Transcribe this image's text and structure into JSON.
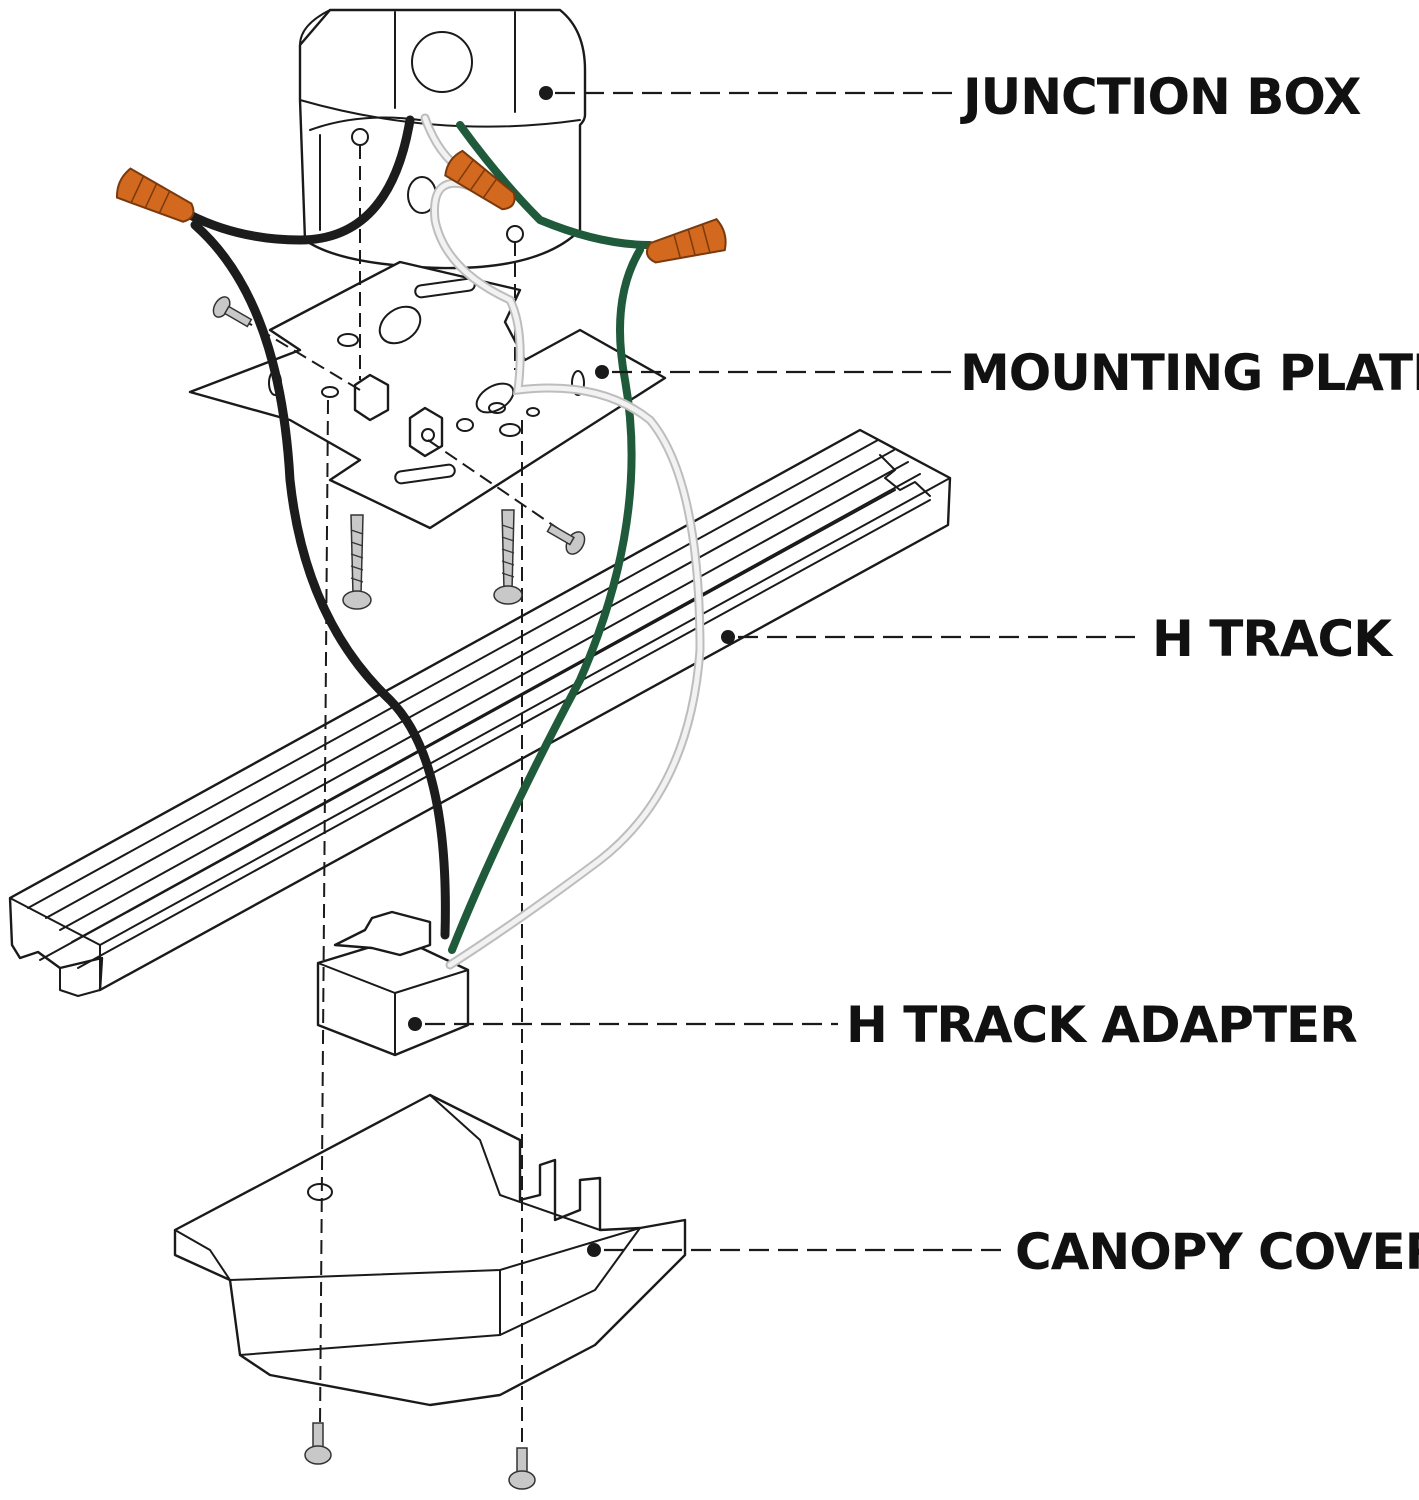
{
  "labels": {
    "junction_box": "JUNCTION BOX",
    "mounting_plate": "MOUNTING PLATE",
    "h_track": "H TRACK",
    "h_track_adapter": "H TRACK ADAPTER",
    "canopy_cover": "CANOPY COVER"
  },
  "colors": {
    "wire_black": "#1c1c1c",
    "wire_green": "#1f5a3a",
    "wire_white": "#d9d9d9",
    "wire_nut": "#d2691e",
    "outline": "#1a1a1a",
    "screw": "#b5b5b5"
  }
}
